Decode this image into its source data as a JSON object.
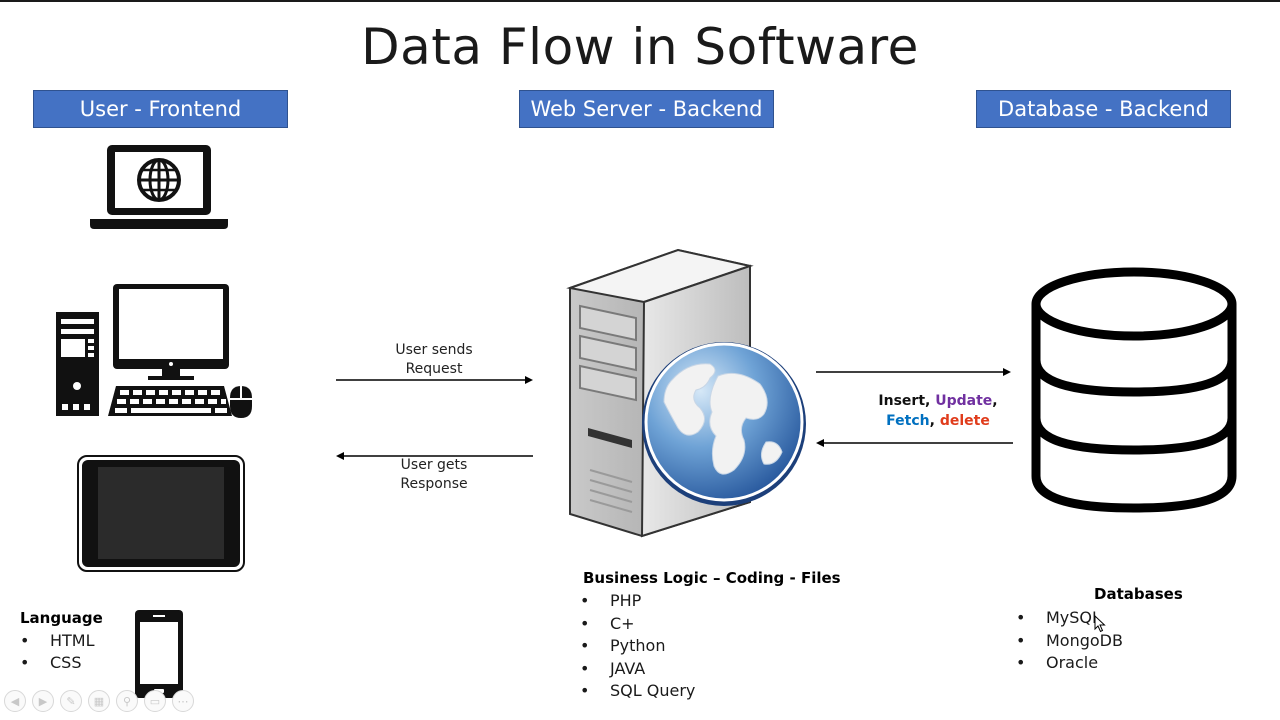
{
  "title": "Data Flow in Software",
  "columns": {
    "frontend": "User - Frontend",
    "webserver": "Web Server - Backend",
    "database": "Database - Backend"
  },
  "arrows": {
    "request_line1": "User sends",
    "request_line2": "Request",
    "response_line1": "User gets",
    "response_line2": "Response"
  },
  "crud": {
    "insert": "Insert",
    "update": "Update",
    "fetch": "Fetch",
    "delete": "delete",
    "sep": ",",
    "colors": {
      "insert": "#111111",
      "update": "#7030a0",
      "fetch": "#0070c0",
      "delete": "#e03c1c"
    }
  },
  "frontend_languages": {
    "heading": "Language",
    "items": [
      "HTML",
      "CSS"
    ]
  },
  "business_logic": {
    "heading": "Business Logic – Coding - Files",
    "items": [
      "PHP",
      "C+",
      "Python",
      "JAVA",
      "SQL Query"
    ]
  },
  "databases": {
    "heading": "Databases",
    "items": [
      "MySQL",
      "MongoDB",
      "Oracle"
    ]
  },
  "icons": [
    "laptop-icon",
    "desktop-computer-icon",
    "tablet-icon",
    "smartphone-icon",
    "web-server-icon",
    "database-icon",
    "mouse-cursor-icon"
  ],
  "accent_color": "#4472c4"
}
